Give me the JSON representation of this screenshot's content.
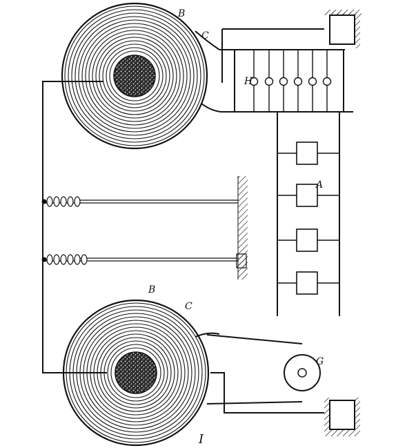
{
  "labels": {
    "b_top": "B",
    "c_top": "C",
    "h_top": "H",
    "a_mid": "A",
    "b_bottom": "B",
    "c_bottom": "C",
    "g": "G",
    "figure_num": "I"
  },
  "colors": {
    "ink": "#111111",
    "paper": "#ffffff"
  }
}
